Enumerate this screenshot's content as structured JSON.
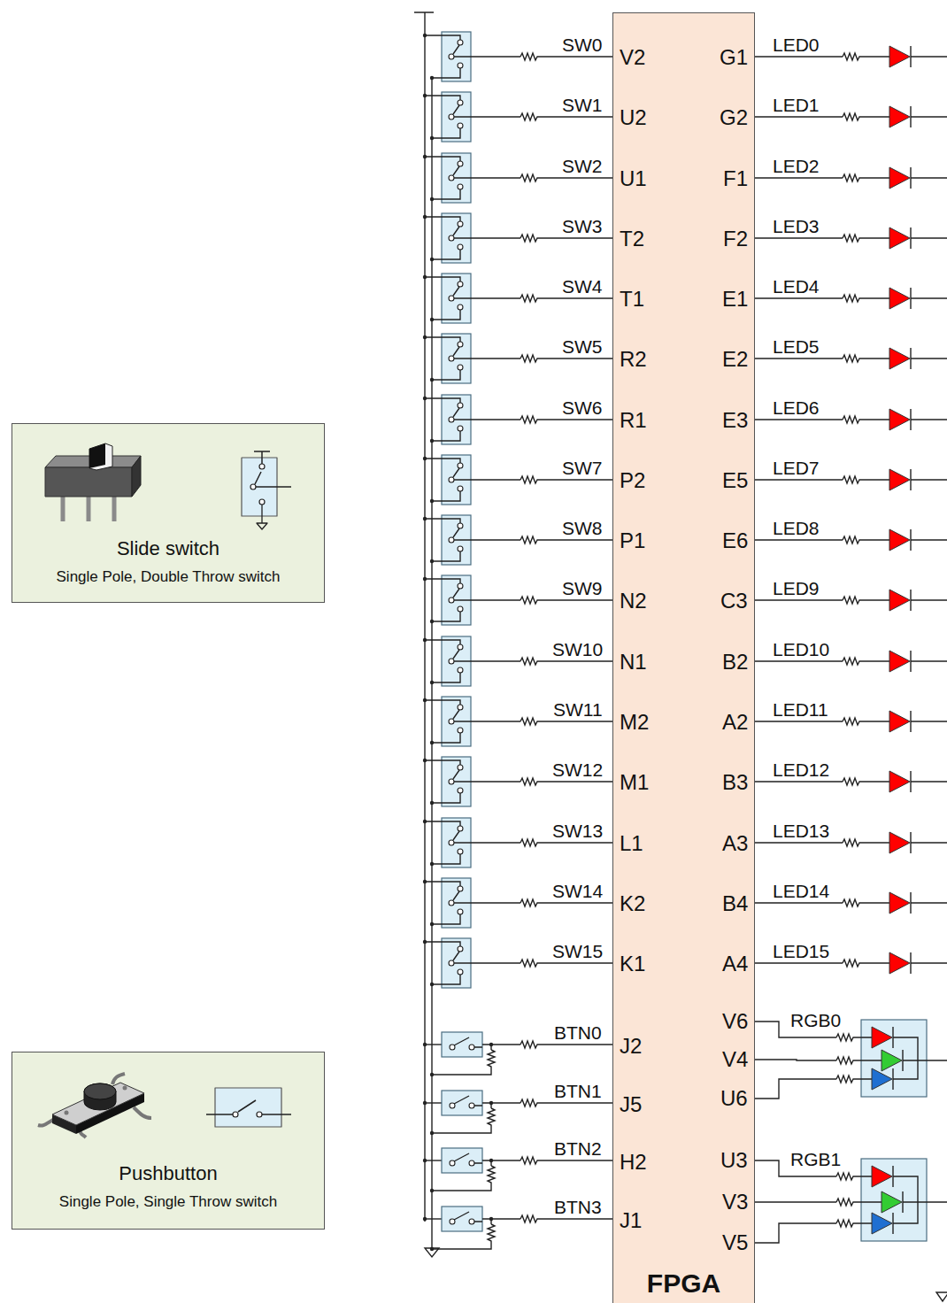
{
  "diagram": {
    "nodes": [
      {
        "text": [
          "Slide switch",
          "Single Pole, Double Throw switch"
        ]
      },
      {
        "text": [
          "Pushbutton",
          "Single Pole, Single Throw switch"
        ]
      },
      {
        "text": [
          "FPGA"
        ]
      }
    ],
    "labels": [
      "SW0",
      "V2",
      "G1",
      "LED0",
      "SW1",
      "U2",
      "G2",
      "LED1",
      "SW2",
      "U1",
      "F1",
      "LED2",
      "SW3",
      "T2",
      "F2",
      "LED3",
      "SW4",
      "T1",
      "E1",
      "LED4",
      "SW5",
      "R2",
      "E2",
      "LED5",
      "SW6",
      "R1",
      "E3",
      "LED6",
      "SW7",
      "P2",
      "E5",
      "LED7",
      "SW8",
      "P1",
      "E6",
      "LED8",
      "SW9",
      "N2",
      "C3",
      "LED9",
      "SW10",
      "N1",
      "B2",
      "LED10",
      "SW11",
      "M2",
      "A2",
      "LED11",
      "SW12",
      "M1",
      "B3",
      "LED12",
      "SW13",
      "L1",
      "A3",
      "LED13",
      "SW14",
      "K2",
      "B4",
      "LED14",
      "SW15",
      "K1",
      "A4",
      "LED15",
      "BTN0",
      "J2",
      "BTN1",
      "J5",
      "BTN2",
      "H2",
      "BTN3",
      "J1",
      "RGB0",
      "V6",
      "V4",
      "U6",
      "RGB1",
      "U3",
      "V3",
      "V5"
    ]
  }
}
